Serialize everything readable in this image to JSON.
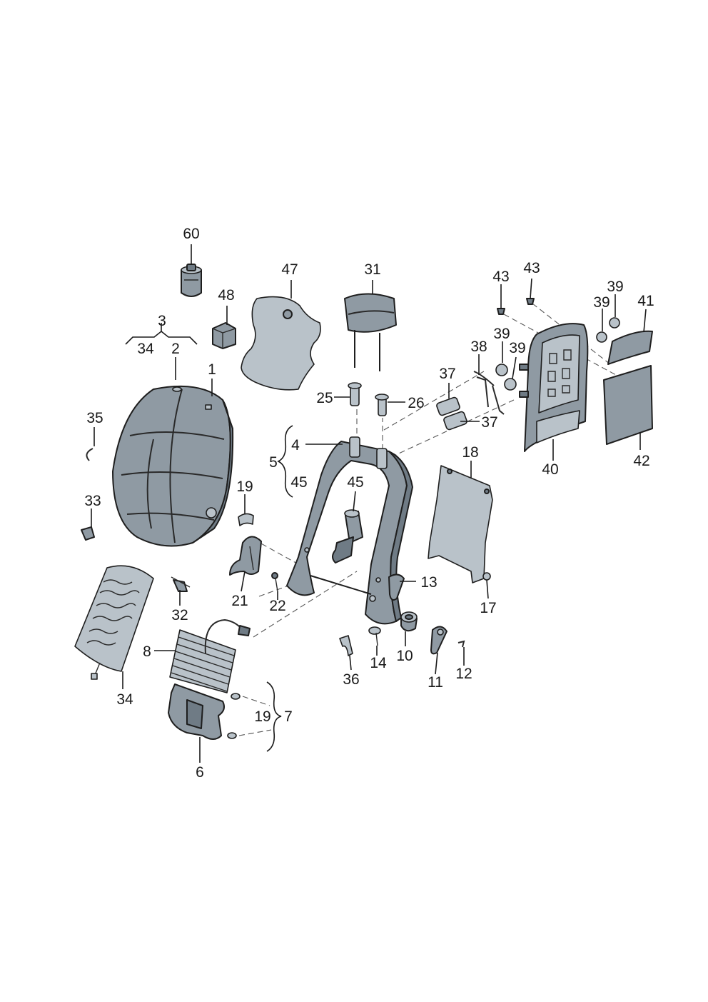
{
  "diagram": {
    "callouts": [
      "60",
      "47",
      "31",
      "43",
      "43",
      "39",
      "39",
      "41",
      "48",
      "3",
      "34",
      "2",
      "1",
      "38",
      "39",
      "39",
      "37",
      "25",
      "26",
      "37",
      "35",
      "4",
      "5",
      "45",
      "18",
      "40",
      "42",
      "19",
      "45",
      "33",
      "13",
      "17",
      "21",
      "22",
      "32",
      "8",
      "10",
      "14",
      "36",
      "11",
      "12",
      "19",
      "7",
      "34",
      "6"
    ]
  }
}
